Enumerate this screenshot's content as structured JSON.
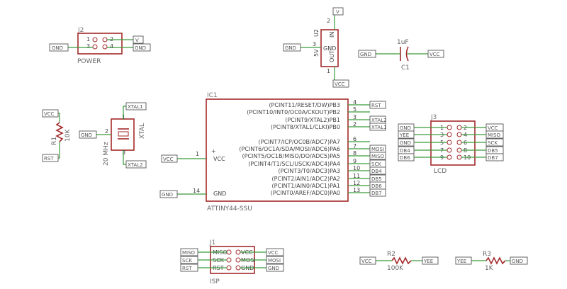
{
  "components": {
    "j2": {
      "ref": "J2",
      "value": "POWER",
      "pins": [
        "1",
        "2",
        "3",
        "4"
      ]
    },
    "u2": {
      "ref": "U2",
      "pin_labels": [
        "IN",
        "GND",
        "OUT"
      ],
      "pins": [
        "2",
        "3",
        "1"
      ],
      "vert_left": "5V",
      "vert_top": "U2"
    },
    "c1": {
      "ref": "C1",
      "value": "1uF"
    },
    "ic1": {
      "ref": "IC1",
      "value": "ATTINY44-SSU",
      "left_labels": [
        "VCC",
        "GND"
      ],
      "left_pins": [
        "1",
        "14"
      ],
      "vcc_plus": "+",
      "right_labels": [
        "(PCINT11/RESET/DW)PB3",
        "(PCINT10/INT0/OC0A/CKOUT)PB2",
        "(PCINT9/XTAL2)PB1",
        "(PCINT8/XTAL1/CLKI)PB0",
        "(PCINT7/ICP/OC0B/ADC7)PA7",
        "(PCINT6/OC1A/SDA/MOSI/ADC6)PA6",
        "(PCINT5/OC1B/MISO/DO/ADC5)PA5",
        "(PCINT4/T1/SCL/USCK/ADC4)PA4",
        "(PCINT3/T0/ADC3)PA3",
        "(PCINT2/AIN1/ADC2)PA2",
        "(PCINT1/AIN0/ADC1)PA1",
        "(PCINT0/AREF/ADC0)PA0"
      ],
      "right_pins": [
        "4",
        "5",
        "3",
        "2",
        "6",
        "7",
        "8",
        "9",
        "10",
        "11",
        "12",
        "13"
      ]
    },
    "r1": {
      "ref": "R1",
      "value": "10K"
    },
    "q1": {
      "value": "20 MHz",
      "side": "XTAL",
      "pins": [
        "1",
        "2",
        "3"
      ]
    },
    "j3": {
      "ref": "J3",
      "value": "LCD",
      "left_pins": [
        "1",
        "3",
        "5",
        "7",
        "9"
      ],
      "right_pins": [
        "2",
        "4",
        "6",
        "8",
        "10"
      ]
    },
    "j1": {
      "ref": "J1",
      "value": "ISP",
      "left_labels": [
        "MISO",
        "SCK",
        "RST"
      ],
      "right_labels": [
        "VCC",
        "MOSI",
        "GND"
      ]
    },
    "r2": {
      "ref": "R2",
      "value": "100K"
    },
    "r3": {
      "ref": "R3",
      "value": "1K"
    }
  },
  "net_flags": {
    "j2_gnd_left": "GND",
    "j2_v": "V",
    "j2_gnd_right": "GND",
    "u2_v": "V",
    "u2_gnd": "GND",
    "u2_vcc": "VCC",
    "c1_gnd": "GND",
    "c1_vcc": "VCC",
    "r1_vcc": "VCC",
    "r1_rst": "RST",
    "q1_xtal1": "XTAL1",
    "q1_gnd": "GND",
    "q1_xtal2": "XTAL2",
    "ic1_vcc": "VCC",
    "ic1_gnd": "GND",
    "ic1_right": [
      "RST",
      "",
      "XTAL2",
      "XTAL1",
      "",
      "MOSI",
      "MISO",
      "SCK",
      "DB4",
      "DB5",
      "DB6",
      "DB7"
    ],
    "j3_left": [
      "GND",
      "YEE",
      "GND",
      "DB4",
      "DB6"
    ],
    "j3_right": [
      "VCC",
      "MISO",
      "SCK",
      "DB5",
      "DB7"
    ],
    "j1_left": [
      "MISO",
      "SCK",
      "RST"
    ],
    "j1_right": [
      "VCC",
      "MOSI",
      "GND"
    ],
    "r2_left": "VCC",
    "r2_right": "YEE",
    "r3_left": "YEE",
    "r3_right": "GND"
  }
}
